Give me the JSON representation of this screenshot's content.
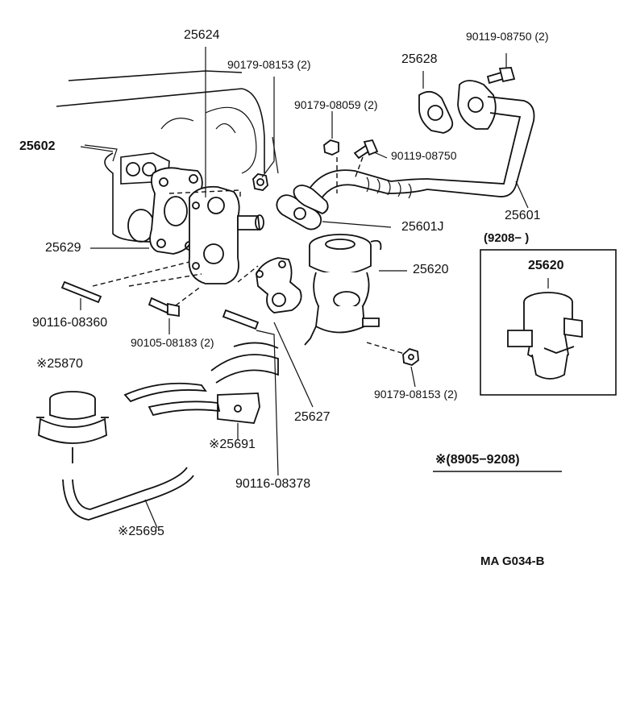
{
  "labels": {
    "p25624": "25624",
    "p90179_08153_top": "90179-08153 (2)",
    "p90119_08750_2": "90119-08750 (2)",
    "p25628": "25628",
    "p90179_08059": "90179-08059 (2)",
    "p90119_08750": "90119-08750",
    "p25602": "25602",
    "p25601J": "25601J",
    "p25601": "25601",
    "p25629": "25629",
    "inset_range": "(9208−     )",
    "p25620_inset": "25620",
    "p25620": "25620",
    "p90116_08360": "90116-08360",
    "p90105_08183": "90105-08183 (2)",
    "p90179_08153_bottom": "90179-08153 (2)",
    "p25870": "※25870",
    "p25627": "25627",
    "p25691": "※25691",
    "note_range": "※(8905−9208)",
    "p90116_08378": "90116-08378",
    "p25695": "※25695",
    "diagram_code": "MA  G034-B"
  }
}
